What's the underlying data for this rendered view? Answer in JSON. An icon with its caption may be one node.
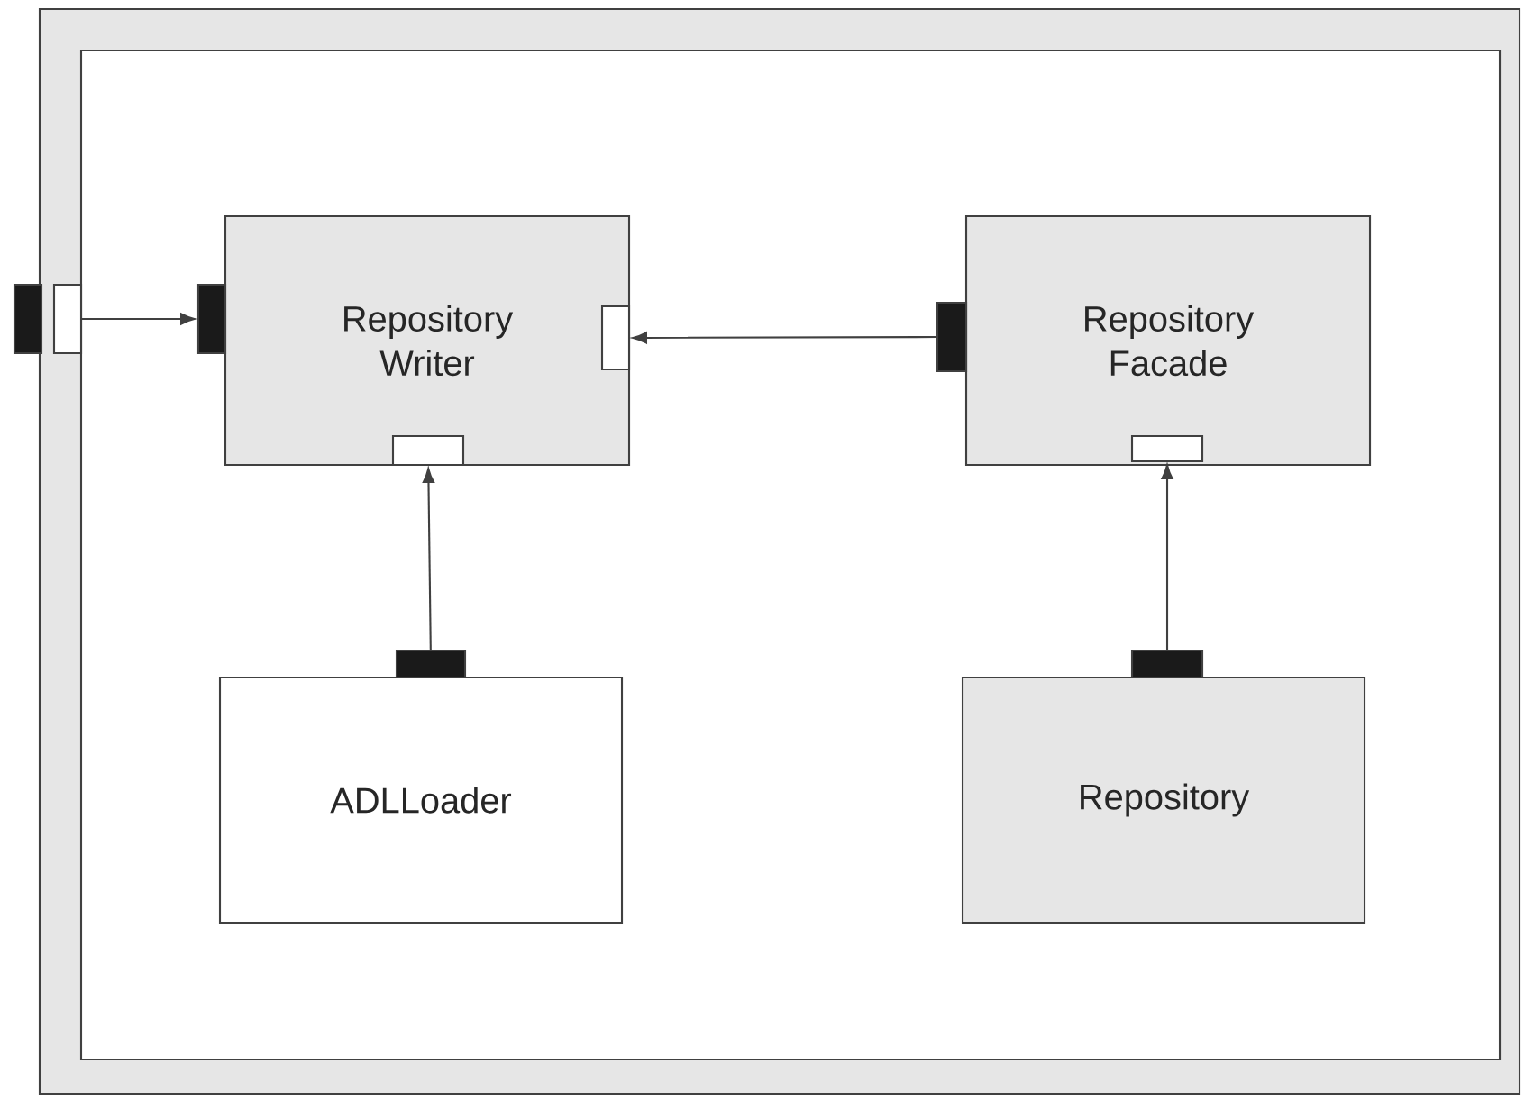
{
  "diagram": {
    "nodes": [
      {
        "text": [],
        "shape": "box"
      },
      {
        "text": [
          "Repository Writer"
        ],
        "in": 0
      },
      {
        "text": [
          "Repository Facade"
        ],
        "in": 0
      },
      {
        "text": [
          "ADLLoader"
        ],
        "in": 0
      },
      {
        "text": [
          "Repository"
        ],
        "in": 0
      },
      {
        "text": [],
        "shape": "bar"
      },
      {
        "text": [],
        "shape": "box",
        "in": 0
      },
      {
        "text": [],
        "shape": "bar",
        "in": 0
      },
      {
        "text": [],
        "shape": "box",
        "in": 1
      },
      {
        "text": [],
        "shape": "box",
        "in": 1
      },
      {
        "text": [],
        "shape": "bar",
        "in": 0
      },
      {
        "text": [],
        "shape": "box",
        "in": 2
      },
      {
        "text": [],
        "shape": "bar",
        "in": 0
      },
      {
        "text": [],
        "shape": "bar",
        "in": 0
      }
    ],
    "edges": [
      {
        "from": 6,
        "to": 7,
        "arrow": "to"
      },
      {
        "from": 10,
        "to": 8,
        "arrow": "to"
      },
      {
        "from": 12,
        "to": 9,
        "arrow": "to"
      },
      {
        "from": 13,
        "to": 11,
        "arrow": "to"
      }
    ]
  }
}
